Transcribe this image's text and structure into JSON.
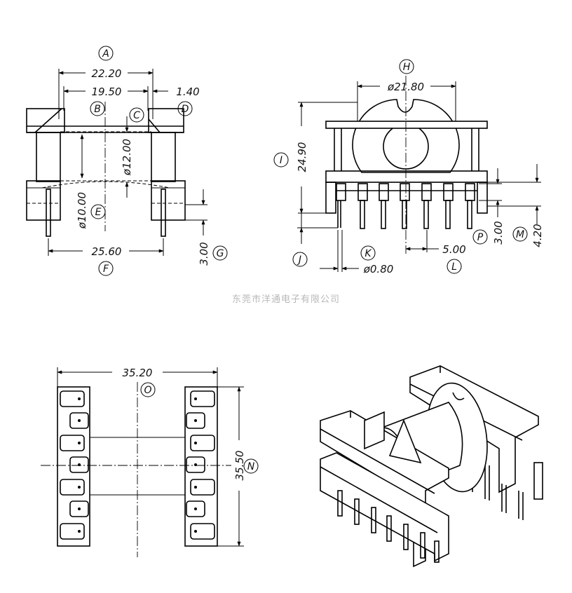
{
  "company": "东莞市洋通电子有限公司",
  "dims": {
    "A": "22.20",
    "B": "19.50",
    "D": "1.40",
    "C": "ø12.00",
    "E": "ø10.00",
    "F": "25.60",
    "G": "3.00",
    "H": "ø21.80",
    "I": "24.90",
    "K": "ø0.80",
    "L": "5.00",
    "P": "3.00",
    "M": "4.20",
    "O": "35.20",
    "N": "35.50"
  },
  "labels": [
    "A",
    "B",
    "C",
    "D",
    "E",
    "F",
    "G",
    "H",
    "I",
    "J",
    "K",
    "L",
    "M",
    "N",
    "O",
    "P"
  ]
}
